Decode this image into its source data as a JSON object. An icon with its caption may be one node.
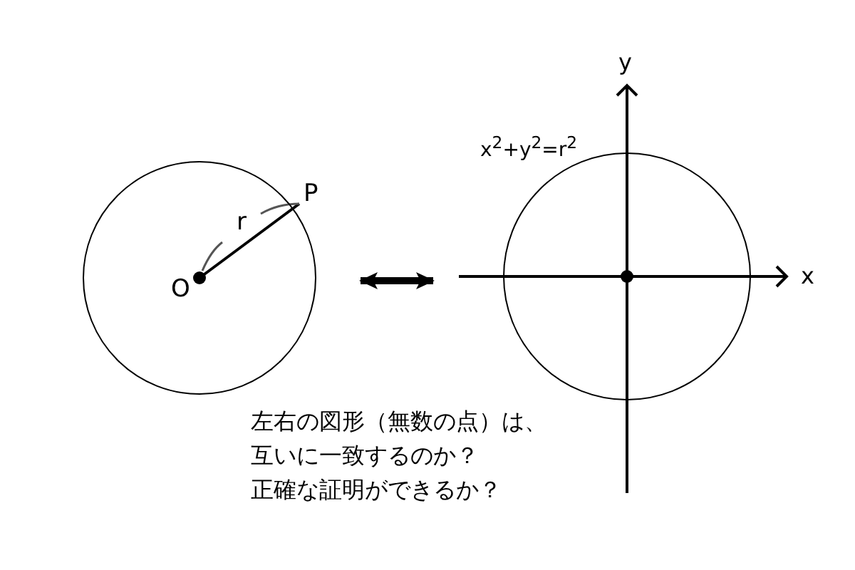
{
  "diagram": {
    "nodes": [
      {
        "text": [],
        "shape": "circle"
      },
      {
        "text": [],
        "shape": "circle"
      }
    ],
    "edges": [
      {
        "from": 0,
        "to": 1,
        "arrow": "both"
      }
    ],
    "labels": [
      "O",
      "P",
      "r",
      "x$^{2}$+y$^{2}$=r$^{2}$",
      "y",
      "x",
      "左右の図形（無数の点）は、",
      "互いに一致するのか？",
      "正確な証明ができるか？"
    ]
  }
}
